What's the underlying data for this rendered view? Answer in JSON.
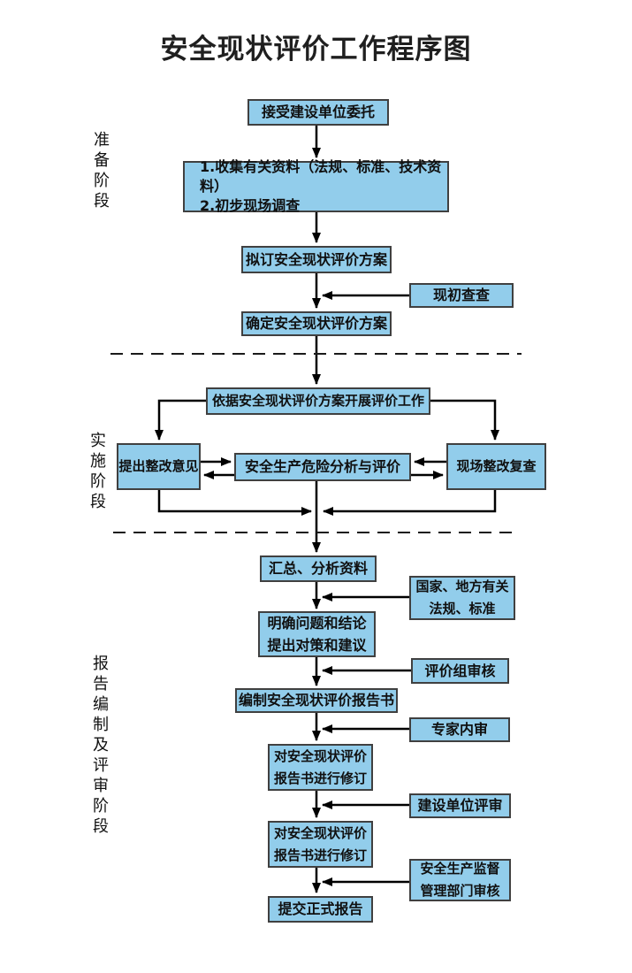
{
  "title": "安全现状评价工作程序图",
  "phases": {
    "prepare": "准备阶段",
    "implement": "实施阶段",
    "report": "报告编制及评审阶段"
  },
  "nodes": {
    "accept": {
      "label": "接受建设单位委托"
    },
    "collect": {
      "lines": [
        "1.收集有关资料（法规、标准、技术资料）",
        "2.初步现场调查"
      ]
    },
    "draft_plan": {
      "label": "拟订安全现状评价方案"
    },
    "initial_check": {
      "label": "现初查查"
    },
    "confirm_plan": {
      "label": "确定安全现状评价方案"
    },
    "carry_out": {
      "label": "依据安全现状评价方案开展评价工作"
    },
    "suggest_rectify": {
      "label": "提出整改意见"
    },
    "risk_analysis": {
      "label": "安全生产危险分析与评价"
    },
    "site_recheck": {
      "label": "现场整改复查"
    },
    "summarize": {
      "label": "汇总、分析资料"
    },
    "regulations": {
      "lines": [
        "国家、地方有关",
        "法规、标准"
      ]
    },
    "clarify": {
      "lines": [
        "明确问题和结论",
        "提出对策和建议"
      ]
    },
    "group_review": {
      "label": "评价组审核"
    },
    "compile_report": {
      "label": "编制安全现状评价报告书"
    },
    "expert_review": {
      "label": "专家内审"
    },
    "revise_1": {
      "lines": [
        "对安全现状评价",
        "报告书进行修订"
      ]
    },
    "client_review": {
      "label": "建设单位评审"
    },
    "revise_2": {
      "lines": [
        "对安全现状评价",
        "报告书进行修订"
      ]
    },
    "authority_review": {
      "lines": [
        "安全生产监督",
        "管理部门审核"
      ]
    },
    "submit": {
      "label": "提交正式报告"
    }
  },
  "colors": {
    "box_fill": "#92cdeb",
    "box_border": "#404040",
    "line": "#000000"
  }
}
